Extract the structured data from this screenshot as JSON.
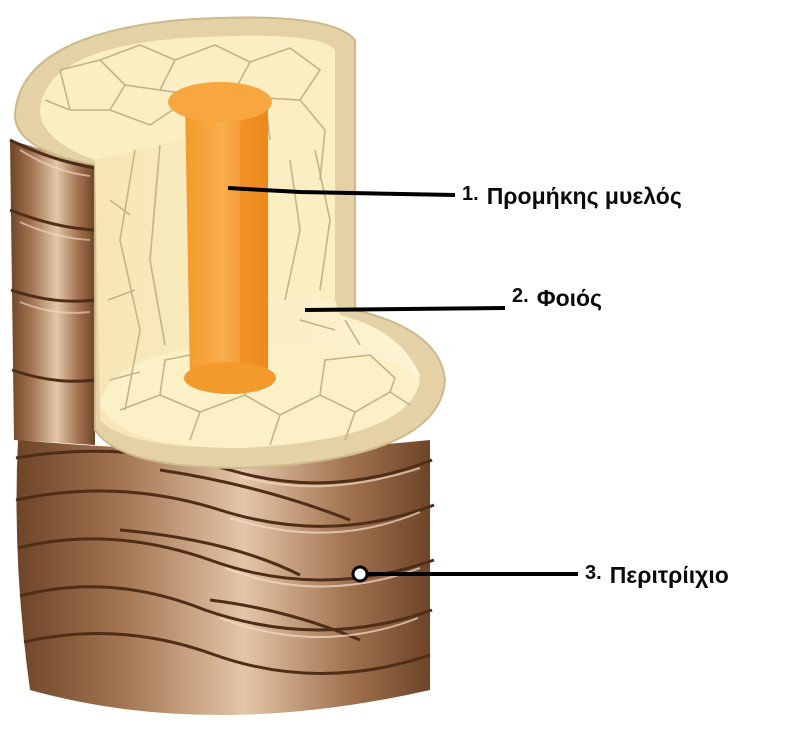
{
  "labels": [
    {
      "number": "1.",
      "text": "Προμήκης μυελός"
    },
    {
      "number": "2.",
      "text": "Φοιός"
    },
    {
      "number": "3.",
      "text": "Περιτρίιχιο"
    }
  ],
  "colors": {
    "medulla": "#f7a640",
    "medulla_shade": "#f08a1c",
    "cortex": "#fbeec2",
    "cortex_line": "#c9b98f",
    "cortex_rim": "#e2d1a4",
    "cuticle_light": "#d9b899",
    "cuticle_mid": "#9c6b45",
    "cuticle_dark": "#6e4428",
    "leader_line": "#000000"
  }
}
